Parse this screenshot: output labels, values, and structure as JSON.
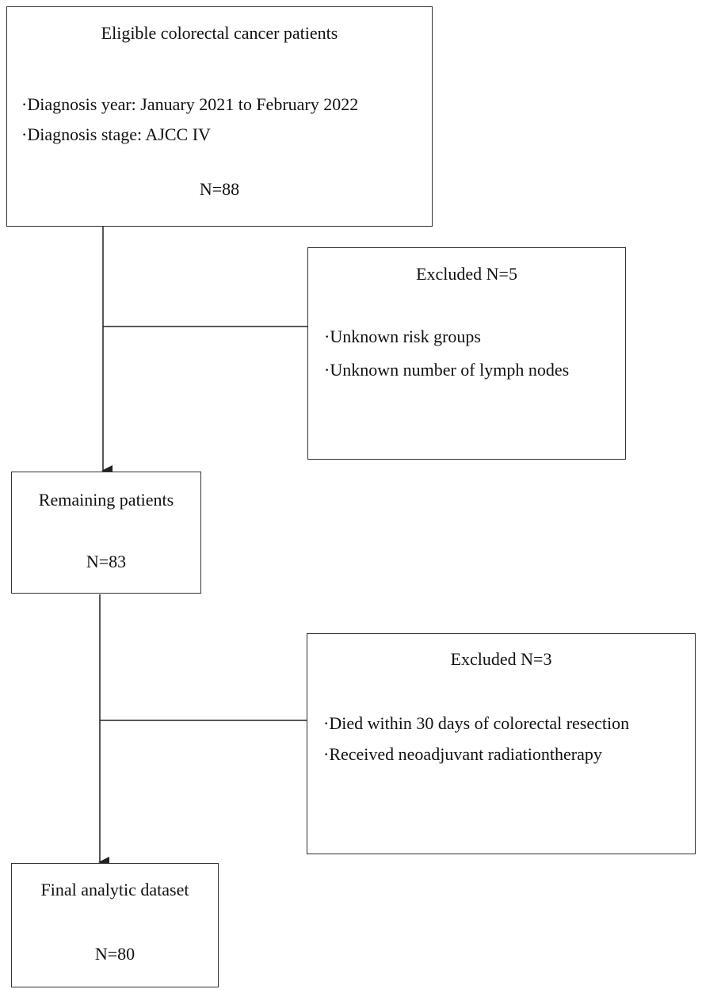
{
  "eligible": {
    "title": "Eligible colorectal cancer patients",
    "bullets": [
      "·Diagnosis year: January 2021 to February 2022",
      "·Diagnosis stage: AJCC IV"
    ],
    "count": "N=88"
  },
  "excluded_1": {
    "title": "Excluded N=5",
    "bullets": [
      "·Unknown risk groups",
      "·Unknown number of lymph nodes"
    ]
  },
  "remaining": {
    "title": "Remaining patients",
    "count": "N=83"
  },
  "excluded_2": {
    "title": "Excluded N=3",
    "bullets": [
      "·Died within 30 days of colorectal resection",
      "·Received neoadjuvant radiationtherapy"
    ]
  },
  "final": {
    "title": "Final analytic dataset",
    "count": "N=80"
  }
}
